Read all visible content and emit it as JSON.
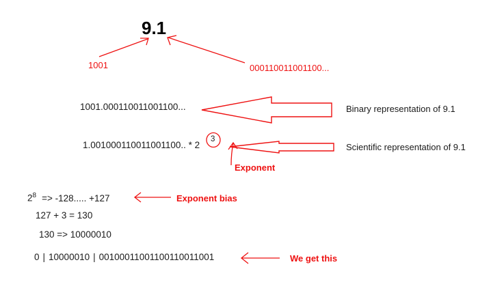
{
  "diagram": {
    "title_value": "9.1",
    "top_left_label": "1001",
    "top_right_label": "000110011001100...",
    "binary_line": "1001.000110011001100...",
    "binary_caption": "Binary representation of 9.1",
    "scientific_mantissa": "1.001000110011001100.. * 2",
    "scientific_exponent": "3",
    "scientific_caption": "Scientific representation of  9.1",
    "exponent_label": "Exponent",
    "bias_base": "2",
    "bias_power": "8",
    "bias_range": "=> -128..... +127",
    "bias_label": "Exponent bias",
    "sum_line": "127 + 3 = 130",
    "convert_line": "130 => 10000010",
    "result_sign": "0",
    "result_sep1": "|",
    "result_exponent": "10000010",
    "result_sep2": "|",
    "result_mantissa": "00100011001100110011001",
    "result_label": "We get this"
  },
  "colors": {
    "annotation_red": "#ee1111",
    "text_black": "#1a1a1a",
    "background": "#ffffff"
  },
  "icons": {
    "arrow_to_title_left": "diagonal-arrow-up-right",
    "arrow_to_title_right": "diagonal-arrow-up-left",
    "block_arrow_binary": "left-block-arrow",
    "block_arrow_scientific": "left-thin-block-arrow",
    "exponent_pointer": "curved-up-arrow",
    "bias_pointer": "left-line-arrow",
    "result_pointer": "left-line-arrow",
    "exponent_circle": "ellipse-highlight"
  }
}
